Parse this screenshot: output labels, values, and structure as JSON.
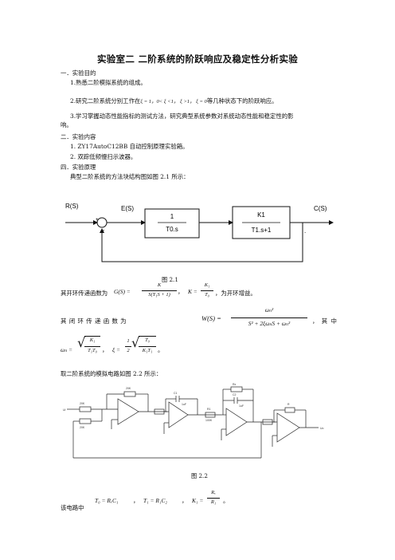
{
  "title": "实验室二    二阶系统的阶跃响应及稳定性分析实验",
  "section1": {
    "heading": "一．实验目的",
    "item1": "1.熟悉二阶模拟系统的组成。",
    "item2_pre": "2.研究二阶系统分别工作在",
    "item2_cond": "ξ = 1，0< ξ <1，  ξ >1，  ξ = 0",
    "item2_post": "等几种状态下的阶跃响应。",
    "item3_line1": "3.学习掌握动态性能指标的测试方法，研究典型系统参数对系统动态性能和稳定性的影",
    "item3_line2": "响。"
  },
  "section2": {
    "heading": "二．实验内容",
    "item1": "1.    ZY17AutoC12BB 自动控制原理实验箱。",
    "item2": "2.    双踪低频慢扫示波器。"
  },
  "section4": {
    "heading": "四．实验原理",
    "intro": "典型二阶系统的方法块结构图如图 2.1 所示："
  },
  "block_diagram": {
    "input_label": "R(S)",
    "error_label": "E(S)",
    "output_label": "C(S)",
    "plus": "+",
    "minus": "-",
    "block1_num": "1",
    "block1_den": "T0.s",
    "block2_num": "K1",
    "block2_den": "T1.s+1",
    "dot": "."
  },
  "fig1_caption": "图 2.1",
  "open_loop": {
    "prefix": "其开环传递函数为",
    "G_lhs": "G(S) =",
    "G_num": "K",
    "G_den": "S(T₁S + 1)",
    "comma": "，",
    "K_lhs": "K =",
    "K_num": "K₁",
    "K_den": "T₀",
    "suffix": "，为开环增益。"
  },
  "closed_loop": {
    "prefix": "其 闭 环 传 递 函 数 为",
    "W_lhs": "W(S) =",
    "W_num": "ωₙ²",
    "W_den": "S² + 2ξωₙS + ωₙ²",
    "suffix": "，  其 中"
  },
  "params": {
    "wn_lhs": "ωₙ =",
    "wn_num": "K₁",
    "wn_den": "T₁T₀",
    "sep": "，",
    "xi_lhs": "ξ =",
    "xi_coef_num": "1",
    "xi_coef_den": "2",
    "xi_num": "T₀",
    "xi_den": "K₁T₁",
    "end": "。"
  },
  "circuit_intro": "取二阶系统的模拟电路如图 2.2 所示：",
  "circuit": {
    "labels": [
      "20K",
      "20K",
      "20K",
      "C1",
      "1uF",
      "R1",
      "100K",
      "C2",
      "1uF",
      "Rx",
      "R",
      "Uo",
      "Ui"
    ]
  },
  "fig2_caption": "图 2.2",
  "circuit_eq": {
    "prefix": "该电路中",
    "T0": "T₀ = RₓC₁",
    "T1": "T₁ = R₁C₂",
    "K1_lhs": "K₁ =",
    "K1_num": "Rₓ",
    "K1_den": "R₁",
    "sep": "，",
    "end": "。"
  }
}
